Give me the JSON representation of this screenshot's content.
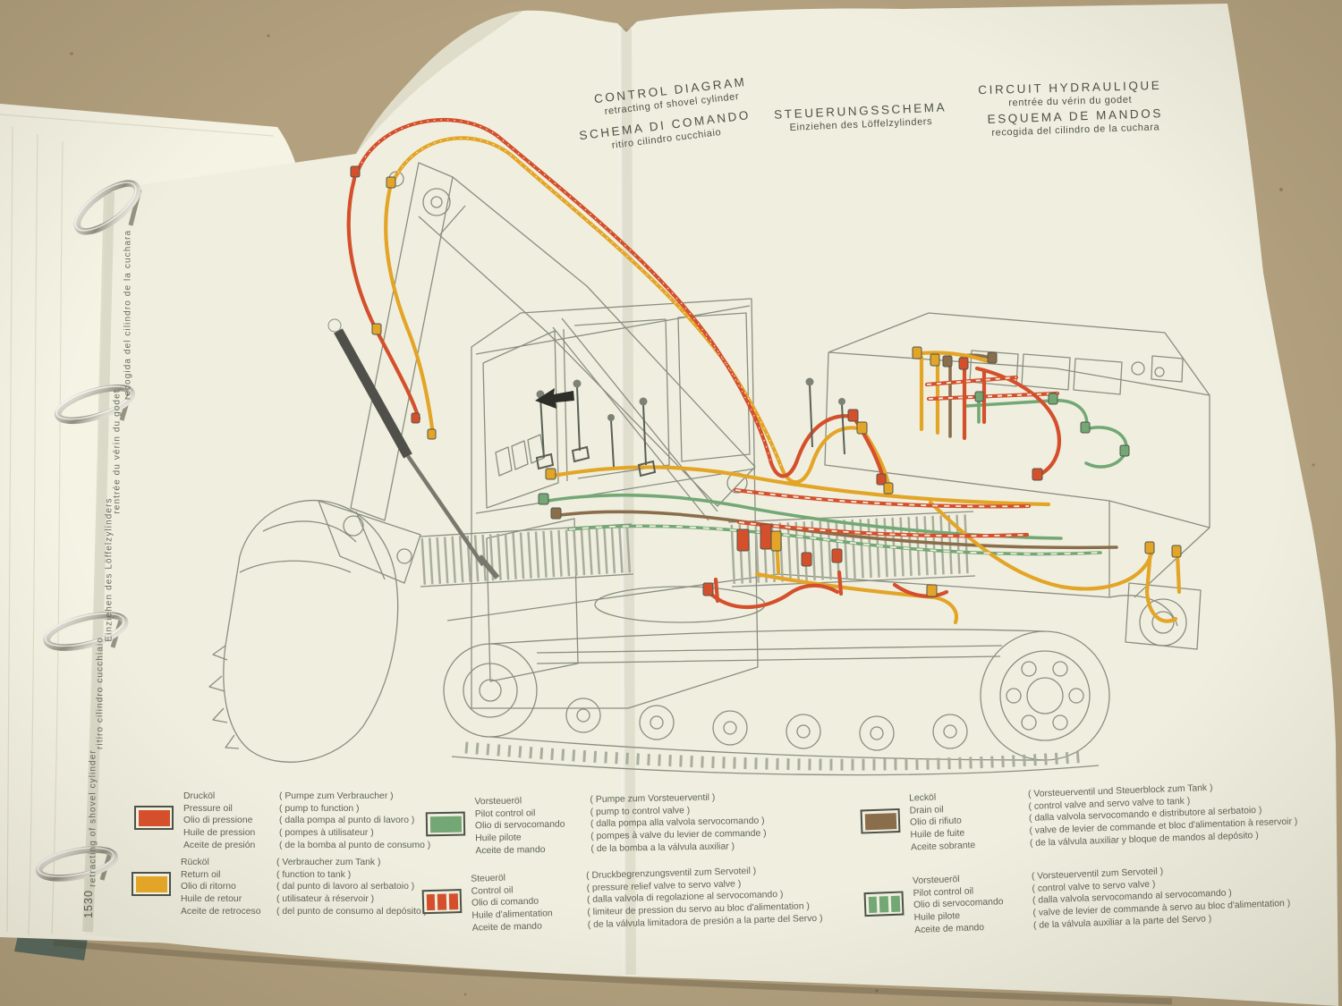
{
  "palette": {
    "cardboard": "#b2a07e",
    "page": "#f0efdf",
    "underpage": "#f5f3e4",
    "ink": "#4c5146",
    "ink_soft": "#5d6256",
    "line_gray": "#898e81",
    "hose_red": "#d4502c",
    "hose_yellow": "#e3a528",
    "hose_green": "#73a875",
    "hose_brown": "#8a6e4c",
    "cylinder_dark": "#50504a",
    "arrow_black": "#2d2d29",
    "metal_ring": "#c9c6ba",
    "teal_object": "#57685e"
  },
  "titles": [
    {
      "lang": "en",
      "main": "CONTROL DIAGRAM",
      "sub": "retracting of shovel cylinder"
    },
    {
      "lang": "it",
      "main": "SCHEMA DI COMANDO",
      "sub": "ritiro cilindro cucchiaio"
    },
    {
      "lang": "de",
      "main": "STEUERUNGSSCHEMA",
      "sub": "Einziehen des Löffelzylinders"
    },
    {
      "lang": "fr",
      "main": "CIRCUIT HYDRAULIQUE",
      "sub": "rentrée du vérin du godet"
    },
    {
      "lang": "es",
      "main": "ESQUEMA DE MANDOS",
      "sub": "recogida del cilindro de la cuchara"
    }
  ],
  "spine": {
    "labels": [
      "recogida del cilindro de la cuchara",
      "rentrée du vérin du godet",
      "Einziehen des Löffelzylinders",
      "ritiro cilindro cucchiaio",
      "retracting of shovel cylinder"
    ],
    "page_number": "1530"
  },
  "legend": {
    "entries": [
      {
        "style": "solid",
        "color": "#d4502c",
        "labels": [
          "Drucköl",
          "Pressure oil",
          "Olio di pressione",
          "Huile de pression",
          "Aceite de presión"
        ],
        "notes": [
          "( Pumpe zum Verbraucher )",
          "( pump to function )",
          "( dalla pompa al punto di lavoro )",
          "( pompes à utilisateur )",
          "( de la bomba al punto de consumo )"
        ]
      },
      {
        "style": "solid",
        "color": "#e3a528",
        "labels": [
          "Rücköl",
          "Return oil",
          "Olio di ritorno",
          "Huile de retour",
          "Aceite de retroceso"
        ],
        "notes": [
          "( Verbraucher zum Tank )",
          "( function to tank )",
          "( dal punto di lavoro al serbatoio )",
          "( utilisateur à réservoir )",
          "( del punto de consumo al depósito )"
        ]
      },
      {
        "style": "solid",
        "color": "#73a875",
        "labels": [
          "Vorsteueröl",
          "Pilot control oil",
          "Olio di servocomando",
          "Huile pilote",
          "Aceite de mando"
        ],
        "notes": [
          "( Pumpe zum Vorsteuerventil )",
          "( pump to control valve )",
          "( dalla pompa alla valvola servocomando )",
          "( pompes à valve du levier de commande )",
          "( de la bomba a la válvula auxiliar )"
        ]
      },
      {
        "style": "dashed",
        "color": "#d4502c",
        "labels": [
          "Steueröl",
          "Control oil",
          "Olio di comando",
          "Huile d'alimentation",
          "Aceite de mando"
        ],
        "notes": [
          "( Druckbegrenzungsventil zum Servoteil )",
          "( pressure relief valve to servo valve )",
          "( dalla valvola di regolazione al servocomando )",
          "( limiteur de pression du servo au bloc d'alimentation )",
          "( de la válvula limitadora de presión a la parte del Servo )"
        ]
      },
      {
        "style": "solid",
        "color": "#8a6e4c",
        "labels": [
          "Lecköl",
          "Drain oil",
          "Olio di rifiuto",
          "Huile de fuite",
          "Aceite sobrante"
        ],
        "notes": [
          "( Vorsteuerventil und Steuerblock zum Tank )",
          "( control valve and servo valve to tank )",
          "( dalla valvola servocomando e distributore al serbatoio )",
          "( valve de levier de commande et bloc d'alimentation à reservoir )",
          "( de la válvula auxiliar y bloque de mandos al depósito )"
        ]
      },
      {
        "style": "dashed",
        "color": "#73a875",
        "labels": [
          "Vorsteueröl",
          "Pilot control oil",
          "Olio di servocomando",
          "Huile pilote",
          "Aceite de mando"
        ],
        "notes": [
          "( Vorsteuerventil zum Servoteil )",
          "( control valve to servo valve )",
          "( dalla valvola servocomando al servocomando )",
          "( valve de levier de commande à servo au bloc d'alimentation )",
          "( de la válvula auxiliar a la parte del Servo )"
        ]
      }
    ]
  }
}
